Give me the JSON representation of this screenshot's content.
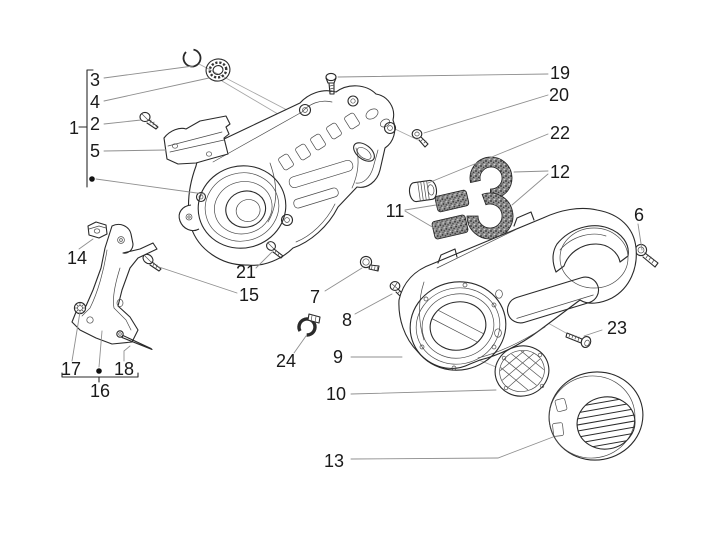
{
  "diagram": {
    "kind": "exploded-parts-diagram",
    "colors": {
      "background": "#ffffff",
      "line": "#2a2a2a",
      "leader": "#8f8f8f",
      "foam_fill": "#969696",
      "text": "#1a1a1a"
    },
    "callouts": {
      "c1": "1",
      "c2": "2",
      "c3": "3",
      "c4": "4",
      "c5": "5",
      "c6": "6",
      "c7": "7",
      "c8": "8",
      "c9": "9",
      "c10": "10",
      "c11": "11",
      "c12": "12",
      "c13": "13",
      "c14": "14",
      "c15": "15",
      "c16": "16",
      "c17": "17",
      "c18": "18",
      "c19": "19",
      "c20": "20",
      "c21": "21",
      "c22": "22",
      "c23": "23",
      "c24": "24"
    }
  }
}
